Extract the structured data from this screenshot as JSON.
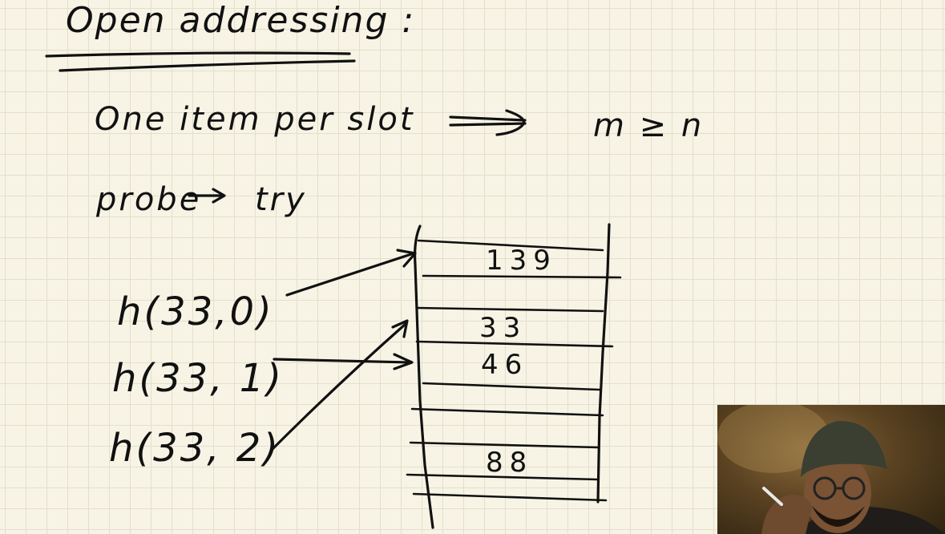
{
  "title": "Open addressing :",
  "line1": {
    "left": "One item per slot",
    "right": "m ≥ n"
  },
  "line2": {
    "left": "probe",
    "right": "try"
  },
  "probes": [
    {
      "label": "h(33,0)"
    },
    {
      "label": "h(33, 1)"
    },
    {
      "label": "h(33, 2)"
    }
  ],
  "table_slots": [
    "139",
    "",
    "33",
    "46",
    "",
    "",
    "88"
  ],
  "colors": {
    "paper": "#f7f4e6",
    "grid": "#e4dfca",
    "ink": "#111111"
  }
}
